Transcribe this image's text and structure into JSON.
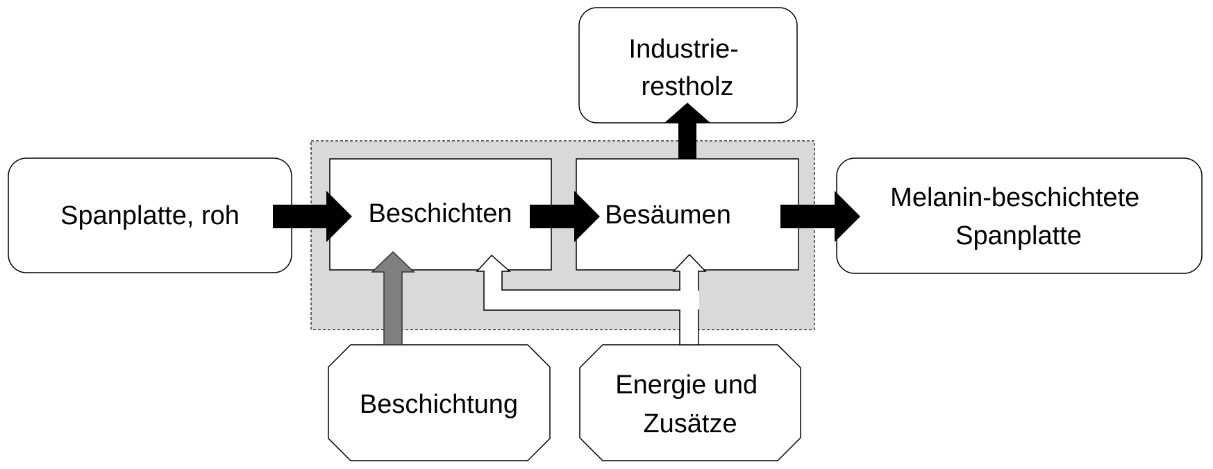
{
  "nodes": {
    "input": {
      "lines": [
        "Spanplatte, roh"
      ]
    },
    "process_coating": {
      "lines": [
        "Beschichten"
      ]
    },
    "process_trimming": {
      "lines": [
        "Besäumen"
      ]
    },
    "output_product": {
      "lines": [
        "Melanin-beschichtete",
        "Spanplatte"
      ]
    },
    "output_residue": {
      "lines": [
        "Industrie-",
        "restholz"
      ]
    },
    "input_coating": {
      "lines": [
        "Beschichtung"
      ]
    },
    "input_energy": {
      "lines": [
        "Energie und",
        "Zusätze"
      ]
    }
  },
  "colors": {
    "system_boundary_fill": "#d9d9d9",
    "main_flow_arrow": "#000000",
    "material_input_arrow": "#808080",
    "energy_arrow": "#ffffff",
    "outline": "#000000"
  }
}
